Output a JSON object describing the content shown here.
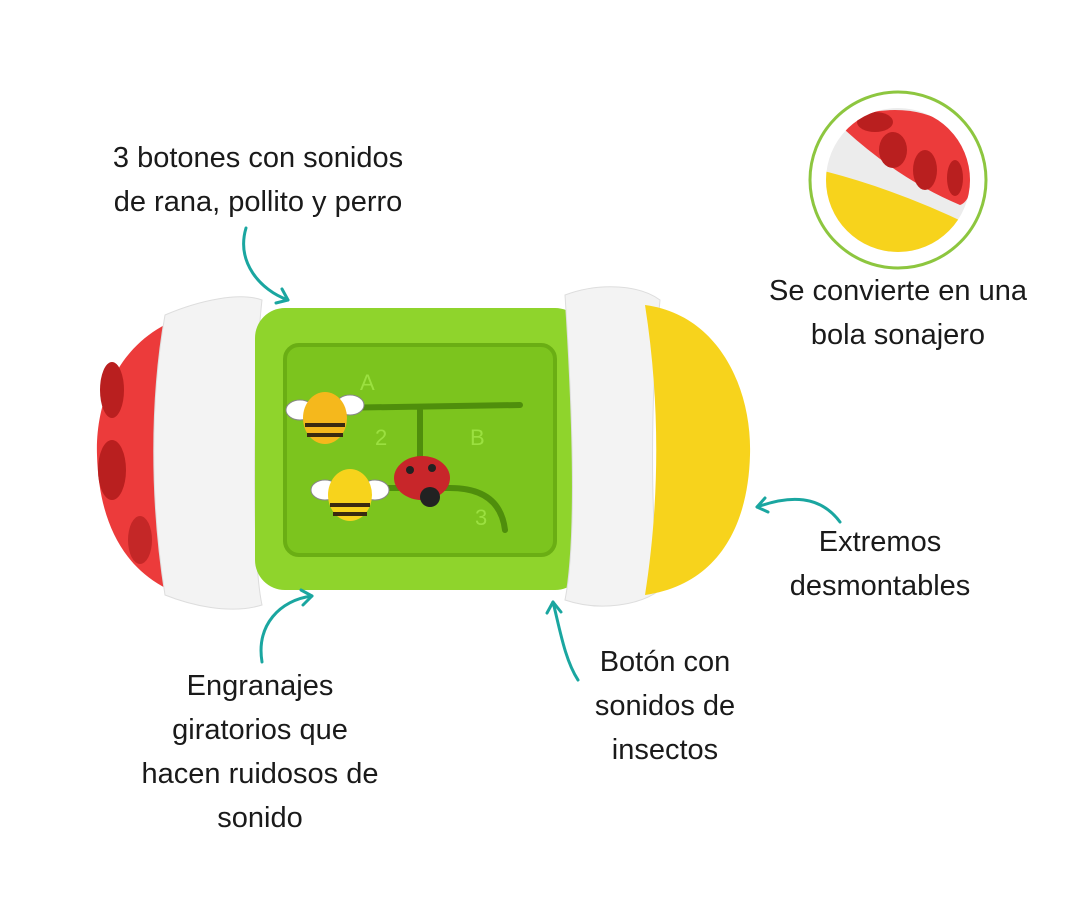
{
  "colors": {
    "arrow": "#1aa6a0",
    "inset_border": "#8dc63f",
    "red": "#ec3b3b",
    "green": "#8fd42c",
    "yellow": "#f7d31c",
    "white": "#f3f3f3"
  },
  "labels": {
    "buttons": [
      "3 botones con sonidos",
      "de rana, pollito y perro"
    ],
    "ball": [
      "Se convierte en una",
      "bola sonajero"
    ],
    "ends": [
      "Extremos",
      "desmontables"
    ],
    "insect_button": [
      "Botón con",
      "sonidos de",
      "insectos"
    ],
    "gears": [
      "Engranajes",
      "giratorios que",
      "hacen ruidosos de",
      "sonido"
    ]
  },
  "panel_marks": [
    "A",
    "2",
    "B",
    "3"
  ]
}
